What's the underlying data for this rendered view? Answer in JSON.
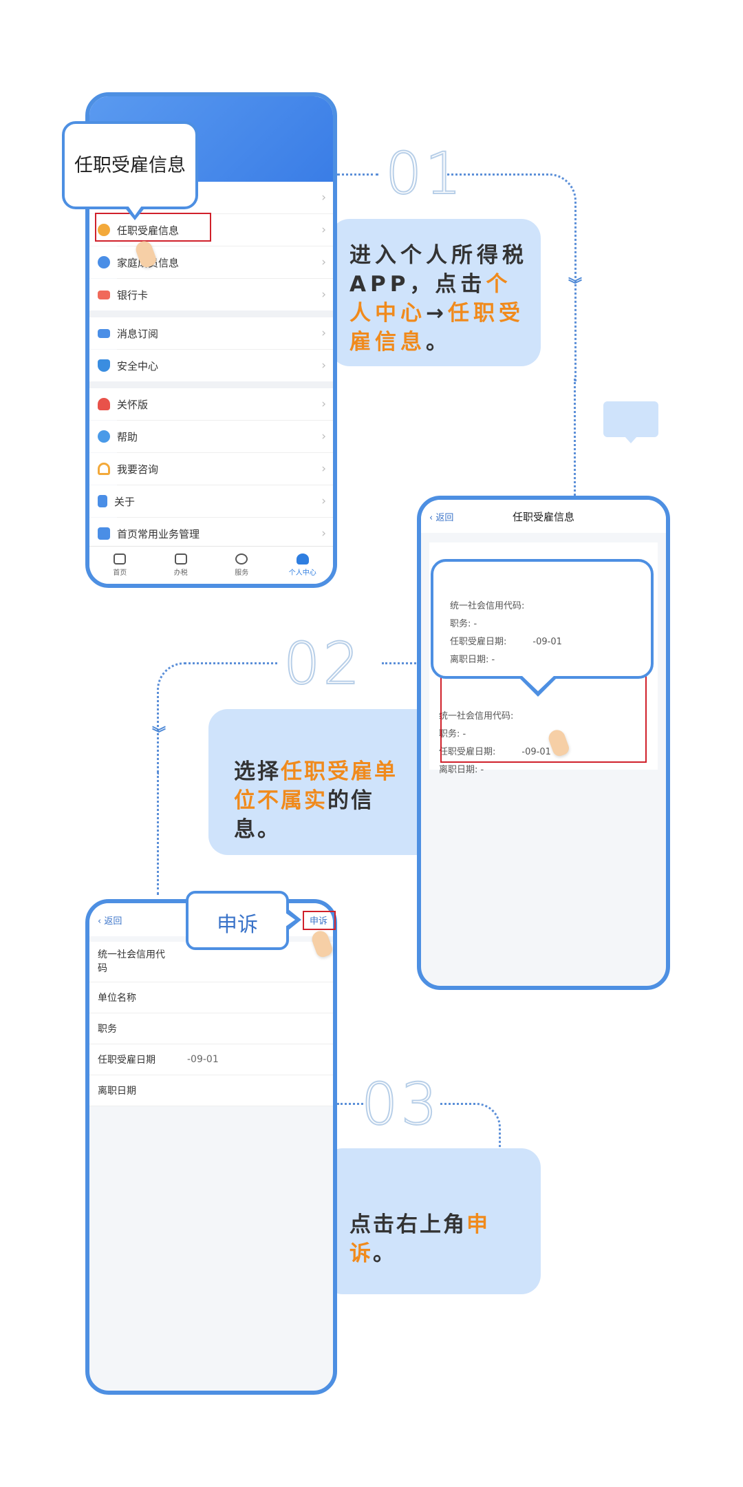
{
  "steps": {
    "step1": {
      "number": "01"
    },
    "step2": {
      "number": "02"
    },
    "step3": {
      "number": "03"
    }
  },
  "card1": {
    "p1": "进入个人所得税APP，点击",
    "hl1": "个人中心",
    "p2": "→",
    "hl2": "任职受雇信息",
    "p3": "。"
  },
  "card2": {
    "p1": "选择",
    "hl1": "任职受雇单位不属实",
    "p2": "的信息。"
  },
  "card3": {
    "p1": "点击右上角",
    "hl1": "申诉",
    "p2": "。"
  },
  "phone1": {
    "bubble_label": "任职受雇信息",
    "menu": [
      {
        "label": "",
        "icon": "blank-icon"
      },
      {
        "label": "任职受雇信息",
        "icon": "person-icon"
      },
      {
        "label": "家庭成员信息",
        "icon": "family-icon"
      },
      {
        "label": "银行卡",
        "icon": "bank-card-icon"
      },
      {
        "label": "消息订阅",
        "icon": "mail-icon"
      },
      {
        "label": "安全中心",
        "icon": "shield-icon"
      },
      {
        "label": "关怀版",
        "icon": "heart-icon"
      },
      {
        "label": "帮助",
        "icon": "help-icon"
      },
      {
        "label": "我要咨询",
        "icon": "headset-icon"
      },
      {
        "label": "关于",
        "icon": "document-icon"
      },
      {
        "label": "首页常用业务管理",
        "icon": "plus-icon"
      }
    ],
    "tabs": [
      "首页",
      "办税",
      "服务",
      "个人中心"
    ]
  },
  "phone2": {
    "back": "返回",
    "title": "任职受雇信息",
    "bubble_lines": {
      "credit_code": "统一社会信用代码:",
      "position": "职务: -",
      "hire_date": "任职受雇日期:",
      "hire_date_value": "-09-01",
      "leave_date": "离职日期: -"
    },
    "record_lines": {
      "credit_code": "统一社会信用代码:",
      "position": "职务: -",
      "hire_date": "任职受雇日期:",
      "hire_date_value": "-09-01",
      "leave_date": "离职日期: -"
    }
  },
  "phone3": {
    "back": "返回",
    "appeal_button": "申诉",
    "bubble_label": "申诉",
    "fields": {
      "credit_code": "统一社会信用代码",
      "company_name": "单位名称",
      "position": "职务",
      "hire_date": "任职受雇日期",
      "hire_date_value": "-09-01",
      "leave_date": "离职日期"
    }
  },
  "colors": {
    "accent": "#4d8fe2",
    "highlight": "#f08a1c",
    "card": "#cfe3fb",
    "alert": "#d0202a"
  }
}
